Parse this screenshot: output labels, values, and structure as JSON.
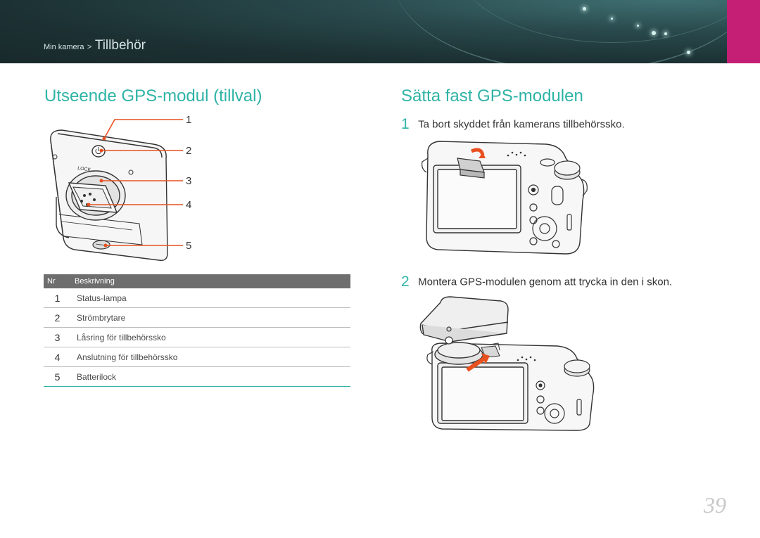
{
  "header": {
    "breadcrumb_parent": "Min kamera",
    "breadcrumb_separator": ">",
    "breadcrumb_current": "Tillbehör",
    "accent_tab_color": "#c41f74"
  },
  "left": {
    "title": "Utseende GPS-modul (tillval)",
    "callouts": [
      "1",
      "2",
      "3",
      "4",
      "5"
    ],
    "diagram_text": "LOCK",
    "table": {
      "headers": [
        "Nr",
        "Beskrivning"
      ],
      "rows": [
        {
          "nr": "1",
          "desc": "Status-lampa"
        },
        {
          "nr": "2",
          "desc": "Strömbrytare"
        },
        {
          "nr": "3",
          "desc": "Låsring för tillbehörssko"
        },
        {
          "nr": "4",
          "desc": "Anslutning för tillbehörssko"
        },
        {
          "nr": "5",
          "desc": "Batterilock"
        }
      ]
    }
  },
  "right": {
    "title": "Sätta fast GPS-modulen",
    "steps": [
      {
        "num": "1",
        "text": "Ta bort skyddet från kamerans tillbehörssko."
      },
      {
        "num": "2",
        "text": "Montera GPS-modulen genom att trycka in den i skon."
      }
    ]
  },
  "colors": {
    "accent": "#2fb3a6",
    "callout": "#e8501e",
    "header_bg": "#1c3133",
    "table_header": "#6e6e6e"
  },
  "page_number": "39"
}
